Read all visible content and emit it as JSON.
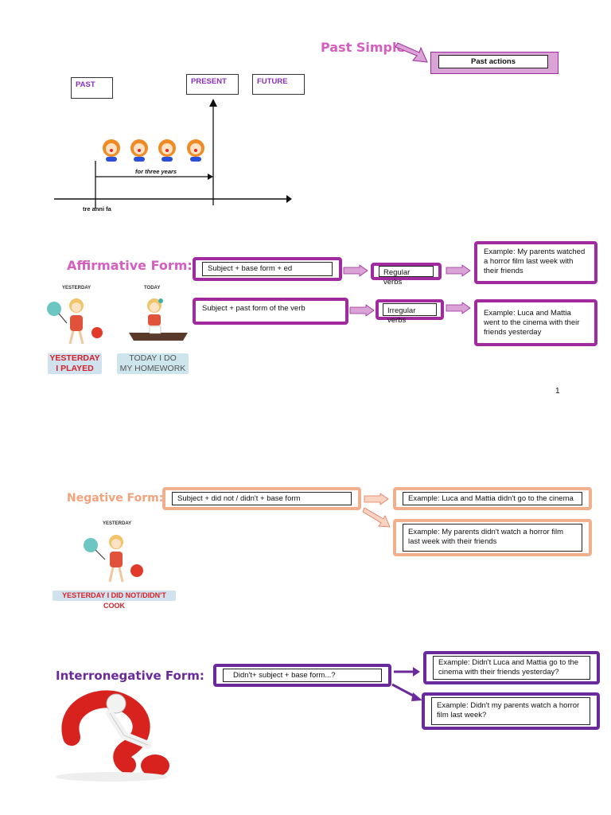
{
  "header": {
    "title": "Past Simple",
    "title_box": "Past actions"
  },
  "timeline": {
    "past": "PAST",
    "present": "PRESENT",
    "future": "FUTURE",
    "duration": "for three years",
    "ago": "tre anni fa"
  },
  "affirmative": {
    "heading": "Affirmative Form:",
    "rule1": "Subject + base form + ed",
    "rule1_type": "Regular verbs",
    "rule1_example": "Example: My parents watched a horror film last week with their friends",
    "rule2": "Subject + past form of the verb",
    "rule2_type": "Irregular verbs",
    "rule2_example": "Example: Luca and Mattia went to the cinema with their friends yesterday",
    "pic1_label": "YESTERDAY",
    "pic1_caption_line1": "YESTERDAY",
    "pic1_caption_line2": "I PLAYED",
    "pic2_label": "TODAY",
    "pic2_caption_line1": "TODAY I DO",
    "pic2_caption_line2": "MY HOMEWORK"
  },
  "page_number": "1",
  "negative": {
    "heading": "Negative Form:",
    "rule": "Subject + did not / didn't + base form",
    "example1": "Example: Luca and Mattia didn't go to the cinema",
    "example2": "Example: My parents didn't watch a horror film last week with their friends",
    "pic_label": "YESTERDAY",
    "pic_caption": "YESTERDAY I DID NOT/DIDN'T COOK"
  },
  "interronegative": {
    "heading": "Interronegative Form:",
    "rule": "Didn't+ subject + base form...?",
    "example1": "Example: Didn't Luca and Mattia go to the cinema with their friends yesterday?",
    "example2": "Example: Didn't my parents watch a horror film last week?"
  },
  "colors": {
    "pink": "#d45fbf",
    "magenta_border": "#a02a9e",
    "salmon": "#f0b08e",
    "purple": "#6b2a9c",
    "lilac_fill": "#d9a3d6"
  }
}
